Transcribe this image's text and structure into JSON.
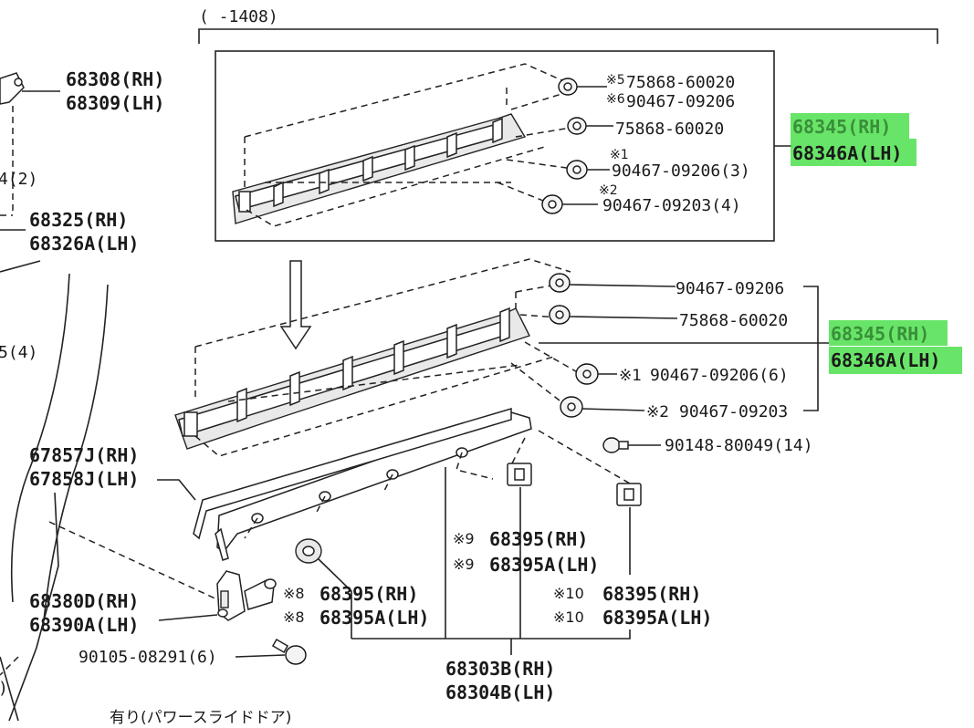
{
  "header": {
    "range_label": "(      -1408)"
  },
  "top_box": {
    "callouts": [
      {
        "mark": "※5",
        "part": "75868-60020"
      },
      {
        "mark": "※6",
        "part": "90467-09206"
      },
      {
        "mark": "",
        "part": "75868-60020"
      },
      {
        "mark": "※1",
        "part": "90467-09206(3)"
      },
      {
        "mark": "※2",
        "part": "90467-09203(4)"
      }
    ],
    "assembly": {
      "rh": "68345(RH)",
      "lh": "68346A(LH)"
    }
  },
  "lower": {
    "fasteners": [
      {
        "mark": "",
        "part": "90467-09206"
      },
      {
        "mark": "",
        "part": "75868-60020"
      },
      {
        "mark": "※1",
        "part": "90467-09206(6)"
      },
      {
        "mark": "※2",
        "part": "90467-09203"
      },
      {
        "mark": "",
        "part": "90148-80049(14)"
      }
    ],
    "assembly": {
      "rh": "68345(RH)",
      "lh": "68346A(LH)"
    },
    "rail": {
      "rh": "68303B(RH)",
      "lh": "68304B(LH)"
    },
    "clip9": {
      "mark": "※9",
      "rh": "68395(RH)",
      "lh": "68395A(LH)"
    },
    "clip8": {
      "mark": "※8",
      "rh": "68395(RH)",
      "lh": "68395A(LH)"
    },
    "clip10": {
      "mark": "※10",
      "rh": "68395(RH)",
      "lh": "68395A(LH)"
    },
    "hinge": {
      "rh": "68380D(RH)",
      "lh": "68390A(LH)"
    },
    "bolt": {
      "part": "90105-08291(6)"
    },
    "cover": {
      "rh": "67857J(RH)",
      "lh": "67858J(LH)"
    }
  },
  "left_column": {
    "bracket": {
      "rh": "68308(RH)",
      "lh": "68309(LH)"
    },
    "partial_1": "4(2)",
    "roller": {
      "rh": "68325(RH)",
      "lh": "68326A(LH)"
    },
    "partial_2": "5(4)",
    "partial_3": ")"
  },
  "footnote": "有り(パワースライドドア)",
  "colors": {
    "highlight": "#4ee04e",
    "ink": "#1a1a1a"
  }
}
